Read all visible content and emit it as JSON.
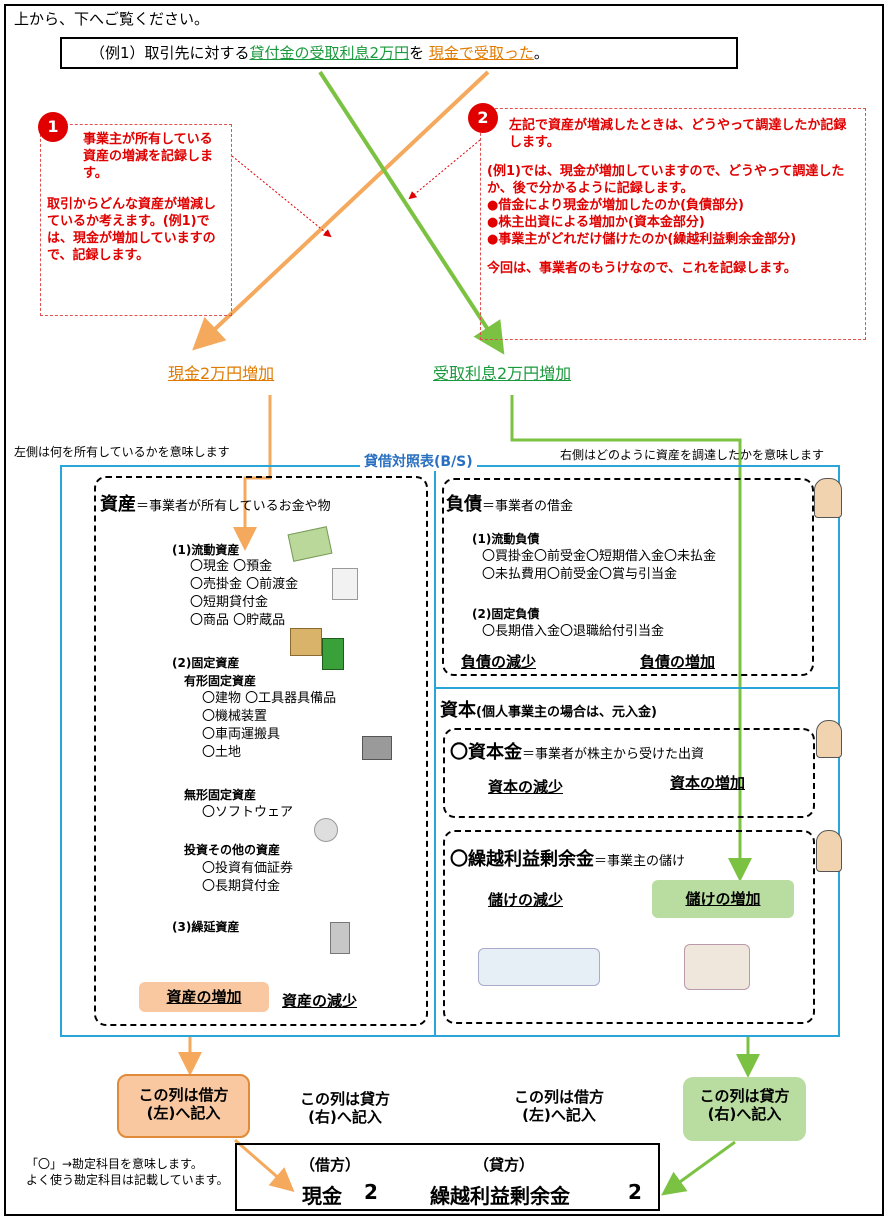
{
  "intro": "上から、下へご覧ください。",
  "example": {
    "prefix": "（例1）取引先に対する",
    "revenue": "貸付金の受取利息2万円",
    "mid": "を ",
    "cash": "現金で受取った",
    "suffix": "。"
  },
  "note1": {
    "number": "1",
    "lines": [
      "事業主が所有している資産の増減を記録します。",
      "取引からどんな資産が増減しているか考えます。(例1)では、現金が増加していますので、記録します。"
    ]
  },
  "note2": {
    "number": "2",
    "lines": [
      "左記で資産が増減したときは、どうやって調達したか記録します。",
      "(例1)では、現金が増加していますので、どうやって調達したか、後で分かるように記録します。",
      "●借金により現金が増加したのか(負債部分)",
      "●株主出資による増加か(資本金部分)",
      "●事業主がどれだけ儲けたのか(繰越利益剰余金部分)",
      "今回は、事業者のもうけなので、これを記録します。"
    ]
  },
  "cash_increase": "現金2万円増加",
  "interest_increase": "受取利息2万円増加",
  "left_caption": "左側は何を所有しているかを意味します",
  "right_caption": "右側はどのように資産を調達したかを意味します",
  "bs": {
    "title": "貸借対照表(B/S)",
    "assets": {
      "head": "資産",
      "desc": "＝事業者が所有しているお金や物",
      "current": {
        "title": "(1)流動資産",
        "items": [
          "〇現金 〇預金",
          "〇売掛金 〇前渡金",
          "〇短期貸付金",
          "〇商品 〇貯蔵品"
        ]
      },
      "fixed": {
        "title": "(2)固定資産",
        "tangible": "有形固定資産",
        "tangible_items": [
          "〇建物 〇工具器具備品",
          "〇機械装置",
          "〇車両運搬具",
          "〇土地"
        ],
        "intangible": "無形固定資産",
        "intangible_items": [
          "〇ソフトウェア"
        ],
        "investment": "投資その他の資産",
        "investment_items": [
          "〇投資有価証券",
          "〇長期貸付金"
        ]
      },
      "deferred": "(3)繰延資産",
      "increase": "資産の増加",
      "decrease": "資産の減少"
    },
    "liabilities": {
      "head": "負債",
      "desc": "＝事業者の借金",
      "current": {
        "title": "(1)流動負債",
        "items": [
          "〇買掛金〇前受金〇短期借入金〇未払金",
          "〇未払費用〇前受金〇賞与引当金"
        ]
      },
      "fixed": {
        "title": "(2)固定負債",
        "items": [
          "〇長期借入金〇退職給付引当金"
        ]
      },
      "decrease": "負債の減少",
      "increase": "負債の増加"
    },
    "capital": {
      "head": "資本",
      "desc": "(個人事業主の場合は、元入金)",
      "stock": {
        "head": "〇資本金",
        "desc": "＝事業者が株主から受けた出資",
        "decrease": "資本の減少",
        "increase": "資本の増加"
      },
      "retained": {
        "head": "〇繰越利益剰余金",
        "desc": "＝事業主の儲け",
        "decrease": "儲けの減少",
        "increase": "儲けの増加"
      }
    }
  },
  "columns": {
    "col1": [
      "この列は借方",
      "(左)へ記入"
    ],
    "col2": [
      "この列は貸方",
      "(右)へ記入"
    ],
    "col3": [
      "この列は借方",
      "(左)へ記入"
    ],
    "col4": [
      "この列は貸方",
      "(右)へ記入"
    ]
  },
  "footnote": [
    "「〇」→勘定科目を意味します。",
    "よく使う勘定科目は記載しています。"
  ],
  "journal": {
    "debit_label": "（借方）",
    "credit_label": "（貸方）",
    "debit_account": "現金",
    "debit_amount": "2",
    "credit_account": "繰越利益剰余金",
    "credit_amount": "2"
  },
  "colors": {
    "orange": "#f4a95c",
    "green": "#7cc242",
    "red": "#e00000",
    "blue": "#2aa5d8"
  }
}
